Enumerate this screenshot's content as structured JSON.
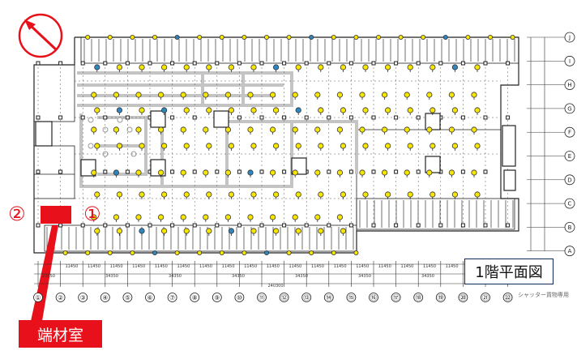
{
  "plan_title": "1階平面図",
  "room_label": "端材室",
  "markers": [
    "①",
    "②"
  ],
  "column_axis_labels": [
    "①",
    "②",
    "③",
    "④",
    "⑤",
    "⑥",
    "⑦",
    "⑧",
    "⑨",
    "⑩",
    "⑪",
    "⑫",
    "⑬",
    "⑭",
    "⑮",
    "⑯",
    "⑰",
    "⑱",
    "⑲",
    "⑳",
    "㉑",
    "㉒"
  ],
  "row_axis_labels": [
    "J",
    "I",
    "H",
    "G",
    "F",
    "E",
    "D",
    "C",
    "B",
    "A"
  ],
  "bay_dimensions": [
    "11450",
    "11450",
    "11450",
    "11450",
    "11450",
    "11450",
    "11450",
    "11450",
    "11450",
    "11450",
    "11450",
    "11450",
    "11450",
    "11450",
    "11450",
    "11450",
    "11450",
    "11450"
  ],
  "group_dimensions": [
    "23650",
    "34350",
    "34350",
    "34350",
    "34350",
    "34350",
    "34350"
  ],
  "overall_dimension": "240300",
  "footnote": "シャッター貨物専用",
  "colors": {
    "accent": "#e8101a",
    "wall": "#222222",
    "duct": "#bdbdbd",
    "light_yellow": "#f6e600",
    "light_blue": "#2e86c1",
    "title_border": "#0d2a55"
  }
}
